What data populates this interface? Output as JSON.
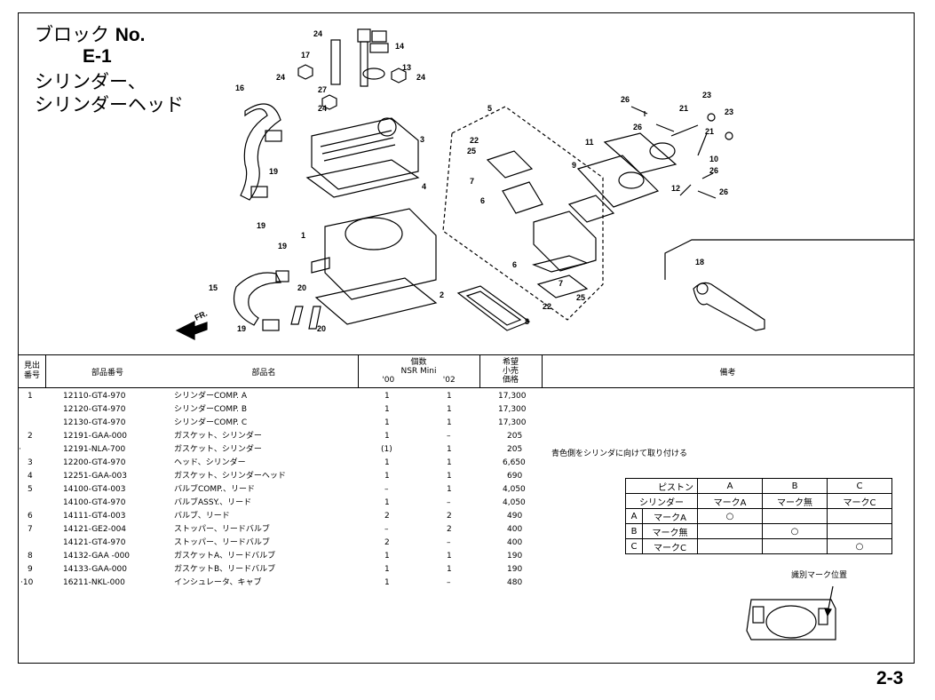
{
  "block": {
    "label": "ブロック",
    "no": "No.",
    "code": "E-1",
    "title_line1": "シリンダー、",
    "title_line2": "シリンダーヘッド"
  },
  "diagram": {
    "direction_label": "FR.",
    "callouts": [
      "24",
      "14",
      "17",
      "13",
      "24",
      "24",
      "27",
      "16",
      "24",
      "3",
      "5",
      "22",
      "25",
      "7",
      "6",
      "4",
      "19",
      "19",
      "1",
      "19",
      "15",
      "20",
      "2",
      "20",
      "19",
      "6",
      "7",
      "25",
      "22",
      "8",
      "26",
      "23",
      "21",
      "23",
      "26",
      "21",
      "11",
      "10",
      "9",
      "26",
      "12",
      "26",
      "18"
    ]
  },
  "table": {
    "headers": {
      "ref_no": "見出\n番号",
      "part_no": "部品番号",
      "part_name": "部品名",
      "qty": "個数",
      "model": "NSR Mini",
      "year_a": "'00",
      "year_b": "'02",
      "price": "希望\n小売\n価格",
      "remarks": "備考"
    },
    "rows": [
      {
        "ref": "1",
        "part": "12110-GT4-970",
        "name": "シリンダーCOMP. A",
        "qa": "1",
        "qb": "1",
        "price": "17,300"
      },
      {
        "ref": "",
        "part": "12120-GT4-970",
        "name": "シリンダーCOMP. B",
        "qa": "1",
        "qb": "1",
        "price": "17,300"
      },
      {
        "ref": "",
        "part": "12130-GT4-970",
        "name": "シリンダーCOMP. C",
        "qa": "1",
        "qb": "1",
        "price": "17,300"
      },
      {
        "ref": "2",
        "part": "12191-GAA-000",
        "name": "ガスケット、シリンダー",
        "qa": "1",
        "qb": "–",
        "price": "205"
      },
      {
        "ref": "·",
        "part": "12191-NLA-700",
        "name": "ガスケット、シリンダー",
        "qa": "(1)",
        "qb": "1",
        "price": "205"
      },
      {
        "ref": "3",
        "part": "12200-GT4-970",
        "name": "ヘッド、シリンダー",
        "qa": "1",
        "qb": "1",
        "price": "6,650"
      },
      {
        "ref": "4",
        "part": "12251-GAA-003",
        "name": "ガスケット、シリンダーヘッド",
        "qa": "1",
        "qb": "1",
        "price": "690"
      },
      {
        "ref": "5",
        "part": "14100-GT4-003",
        "name": "バルブCOMP.、リード",
        "qa": "–",
        "qb": "1",
        "price": "4,050"
      },
      {
        "ref": "",
        "part": "14100-GT4-970",
        "name": "バルブASSY.、リード",
        "qa": "1",
        "qb": "–",
        "price": "4,050"
      },
      {
        "ref": "6",
        "part": "14111-GT4-003",
        "name": "バルブ、リード",
        "qa": "2",
        "qb": "2",
        "price": "490"
      },
      {
        "ref": "7",
        "part": "14121-GE2-004",
        "name": "ストッパー、リードバルブ",
        "qa": "–",
        "qb": "2",
        "price": "400"
      },
      {
        "ref": "",
        "part": "14121-GT4-970",
        "name": "ストッパー、リードバルブ",
        "qa": "2",
        "qb": "–",
        "price": "400"
      },
      {
        "ref": "8",
        "part": "14132-GAA -000",
        "name": "ガスケットA、リードバルブ",
        "qa": "1",
        "qb": "1",
        "price": "190"
      },
      {
        "ref": "9",
        "part": "14133-GAA-000",
        "name": "ガスケットB、リードバルブ",
        "qa": "1",
        "qb": "1",
        "price": "190"
      },
      {
        "ref": "·10",
        "part": "16211-NKL-000",
        "name": "インシュレータ、キャブ",
        "qa": "1",
        "qb": "–",
        "price": "480"
      }
    ],
    "remark_text": "青色側をシリンダに向けて取り付ける"
  },
  "mark_table": {
    "piston": "ピストン",
    "cylinder": "シリンダー",
    "col_a": "A",
    "col_b": "B",
    "col_c": "C",
    "mark_a": "マークA",
    "mark_none": "マーク無",
    "mark_c": "マークC",
    "row_a": "A",
    "row_b": "B",
    "row_c": "C",
    "row_a_label": "マークA",
    "row_b_label": "マーク無",
    "row_c_label": "マークC",
    "circle": "○"
  },
  "mark_position_caption": "識別マーク位置",
  "page_number": "2-3"
}
